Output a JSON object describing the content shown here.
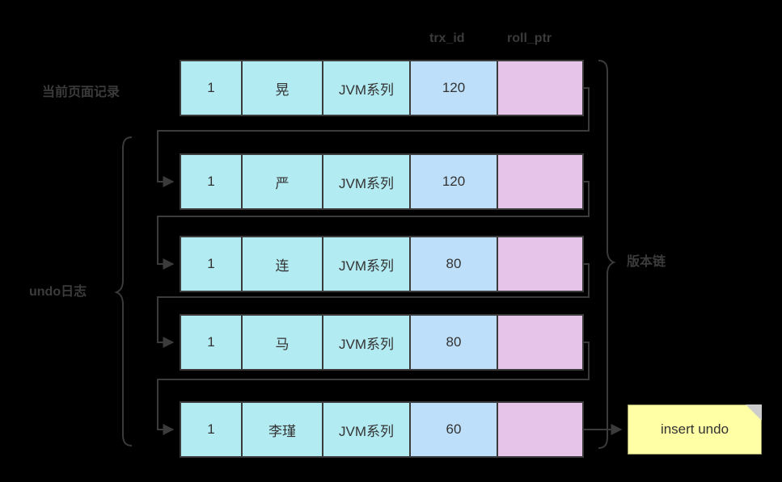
{
  "diagram": {
    "title_labels": {
      "current_page_record": "当前页面记录",
      "undo_log": "undo日志",
      "version_chain": "版本链"
    },
    "column_headers": {
      "trx_id": "trx_id",
      "roll_ptr": "roll_ptr"
    },
    "note": {
      "text": "insert undo"
    },
    "colors": {
      "background": "#000000",
      "cell_cyan": "#b3ebf2",
      "cell_blue": "#bddff9",
      "cell_pink": "#e6c4ea",
      "stroke": "#3b3b3b",
      "note_yellow": "#ffffa6",
      "text": "#333333"
    },
    "rows": [
      {
        "id": "1",
        "name": "晃",
        "title": "JVM系列",
        "trx_id": "120",
        "roll_ptr": ""
      },
      {
        "id": "1",
        "name": "严",
        "title": "JVM系列",
        "trx_id": "120",
        "roll_ptr": ""
      },
      {
        "id": "1",
        "name": "连",
        "title": "JVM系列",
        "trx_id": "80",
        "roll_ptr": ""
      },
      {
        "id": "1",
        "name": "马",
        "title": "JVM系列",
        "trx_id": "80",
        "roll_ptr": ""
      },
      {
        "id": "1",
        "name": "李瑾",
        "title": "JVM系列",
        "trx_id": "60",
        "roll_ptr": ""
      }
    ]
  }
}
